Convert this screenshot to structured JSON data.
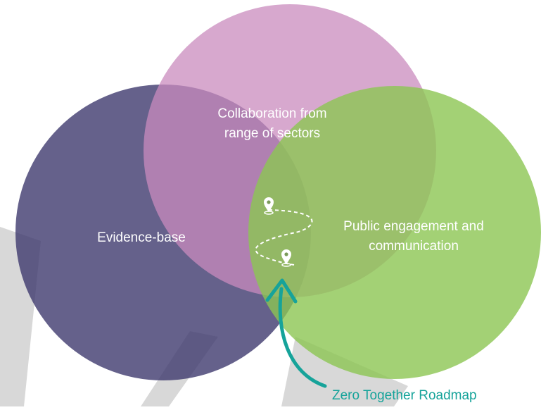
{
  "diagram": {
    "circles": [
      {
        "id": "collaboration",
        "lines": [
          "Collaboration from",
          "range of sectors"
        ],
        "color": "#c98bbd"
      },
      {
        "id": "evidence",
        "lines": [
          "Evidence-base"
        ],
        "color": "#3f3a6e"
      },
      {
        "id": "public",
        "lines": [
          "Public engagement and",
          "communication"
        ],
        "color": "#8cc653"
      }
    ],
    "callout": {
      "label": "Zero Together Roadmap",
      "color": "#16a39a",
      "icon": "map-pin-icon"
    },
    "background_color": "#d8d8d8"
  }
}
